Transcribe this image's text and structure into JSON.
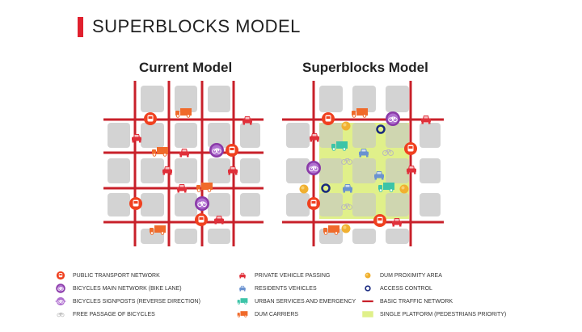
{
  "header": {
    "title": "SUPERBLOCKS MODEL",
    "accent_color": "#e0202e"
  },
  "diagrams": {
    "current": {
      "title": "Current Model"
    },
    "superblocks": {
      "title": "Superblocks Model"
    }
  },
  "colors": {
    "road": "#c8202a",
    "block": "#d3d3d3",
    "platform": "#e0f08a",
    "transport": "#f0401f",
    "bike_main": "#8a3aa8",
    "bike_sign": "#b070d0",
    "private": "#e0303a",
    "resident": "#6a92d0",
    "urban": "#3cc4a8",
    "dum": "#f06a2a",
    "proximity": "#f0b030",
    "access": "#1a2a80"
  },
  "legend": [
    {
      "icon": "bus-icon",
      "label": "PUBLIC TRANSPORT NETWORK"
    },
    {
      "icon": "bike-lane-icon",
      "label": "BICYCLES MAIN NETWORK (BIKE LANE)"
    },
    {
      "icon": "bike-signpost-icon",
      "label": "BICYCLES SIGNPOSTS (REVERSE DIRECTION)"
    },
    {
      "icon": "free-bike-icon",
      "label": "FREE PASSAGE OF BICYCLES"
    },
    {
      "icon": "private-car-icon",
      "label": "PRIVATE VEHICLE PASSING"
    },
    {
      "icon": "resident-car-icon",
      "label": "RESIDENTS VEHICLES"
    },
    {
      "icon": "urban-truck-icon",
      "label": "URBAN SERVICES AND EMERGENCY"
    },
    {
      "icon": "dum-truck-icon",
      "label": "DUM CARRIERS"
    },
    {
      "icon": "proximity-dot-icon",
      "label": "DUM PROXIMITY AREA"
    },
    {
      "icon": "access-ring-icon",
      "label": "ACCESS CONTROL"
    },
    {
      "icon": "traffic-line-icon",
      "label": "BASIC TRAFFIC NETWORK"
    },
    {
      "icon": "platform-swatch-icon",
      "label": "SINGLE PLATFORM (PEDESTRIANS PRIORITY)"
    }
  ]
}
